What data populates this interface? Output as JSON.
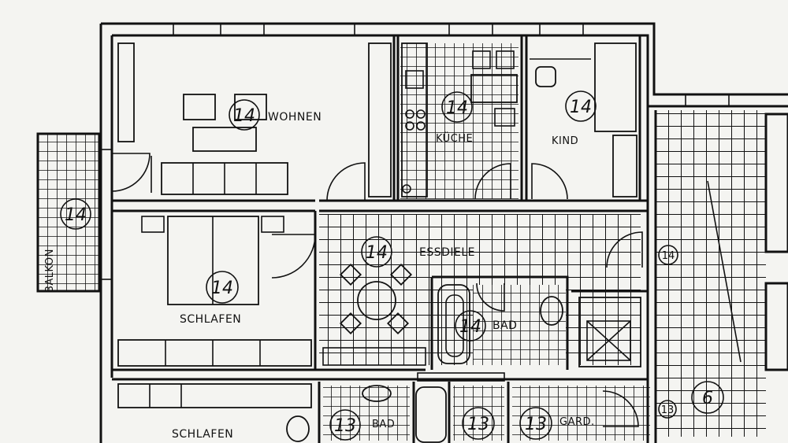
{
  "rooms": {
    "wohnen": "WOHNEN",
    "kueche": "KÜCHE",
    "kind": "KIND",
    "balkon": "BALKON",
    "schlafen": "SCHLAFEN",
    "essdiele": "ESSDIELE",
    "bad": "BAD",
    "schlafen2": "SCHLAFEN",
    "bad2": "BAD",
    "gard": "GARD."
  },
  "markers": {
    "wohnen": "14",
    "kueche": "14",
    "kind": "14",
    "balkon": "14",
    "schlafen": "14",
    "essdiele": "14",
    "bad": "14",
    "hall": "14",
    "stair": "6",
    "stair_small": "13",
    "bad2": "13",
    "wc": "13",
    "gard": "13"
  },
  "colors": {
    "ink": "#111111",
    "paper": "#f4f4f1"
  }
}
